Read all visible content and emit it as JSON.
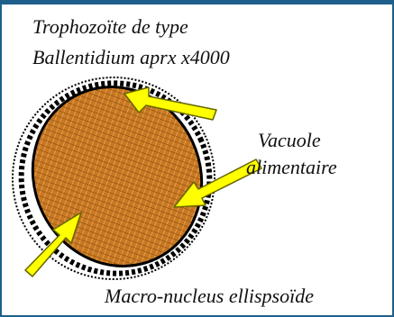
{
  "title": {
    "line1": "Trophozoïte de type",
    "line2": "Ballentidium aprx x4000"
  },
  "labels": {
    "vacuole_line1": "Vacuole",
    "vacuole_line2": "alimentaire",
    "macronucleus": "Macro-nucleus ellispsoïde"
  },
  "colors": {
    "frame": "#1f5f8b",
    "cell_fill": "#c87820",
    "arrow_fill": "#ffff00",
    "arrow_stroke": "#666600",
    "outline": "#000000"
  }
}
